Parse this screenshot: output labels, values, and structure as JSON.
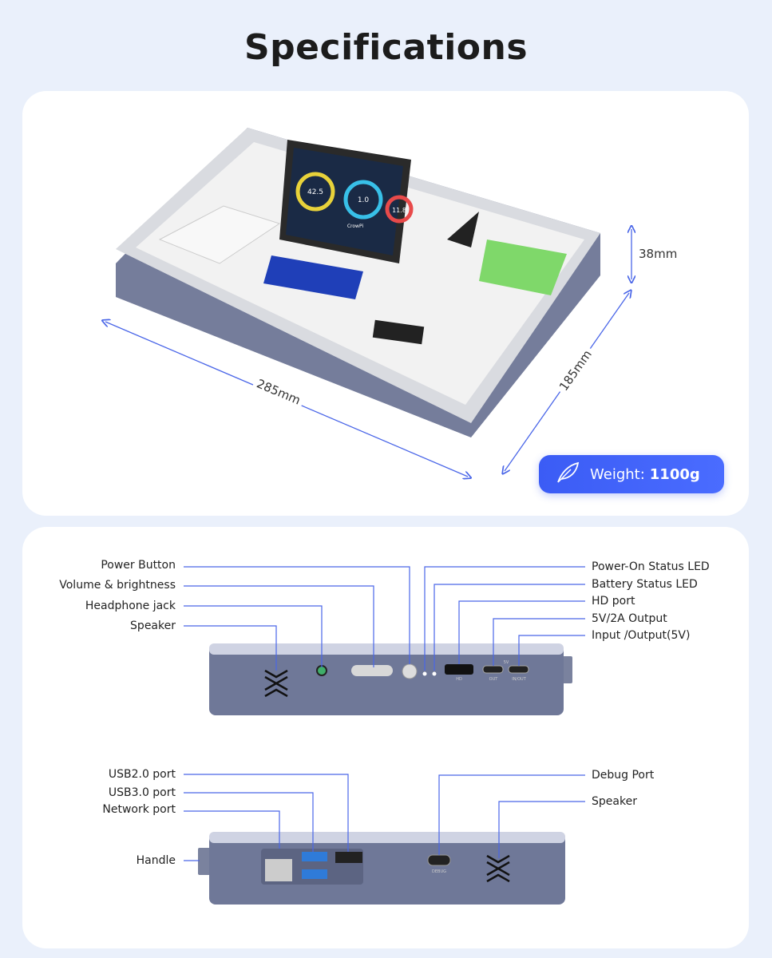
{
  "page_title": "Specifications",
  "dimensions": {
    "length": "285mm",
    "width": "185mm",
    "height": "38mm"
  },
  "weight": {
    "label": "Weight:",
    "value": "1100g",
    "icon": "feather-icon",
    "color": "#3f60f8"
  },
  "device_screen": {
    "values": [
      "42.5",
      "1.0",
      "11.8"
    ],
    "brand": "CrowPi"
  },
  "side_view_1": {
    "left_labels": [
      "Power Button",
      "Volume & brightness",
      "Headphone jack",
      "Speaker"
    ],
    "right_labels": [
      "Power-On Status LED",
      "Battery Status LED",
      "HD port",
      "5V/2A Output",
      "Input /Output(5V)"
    ],
    "port_marks": [
      "HD",
      "OUT",
      "IN/OUT",
      "5V"
    ]
  },
  "side_view_2": {
    "left_labels": [
      "USB2.0 port",
      "USB3.0 port",
      "Network port",
      "Handle"
    ],
    "right_labels": [
      "Debug Port",
      "Speaker"
    ],
    "port_marks": [
      "DEBUG"
    ]
  },
  "colors": {
    "background": "#eaf0fb",
    "leader_line": "#4a66e8",
    "device_body": "#6f7898"
  }
}
